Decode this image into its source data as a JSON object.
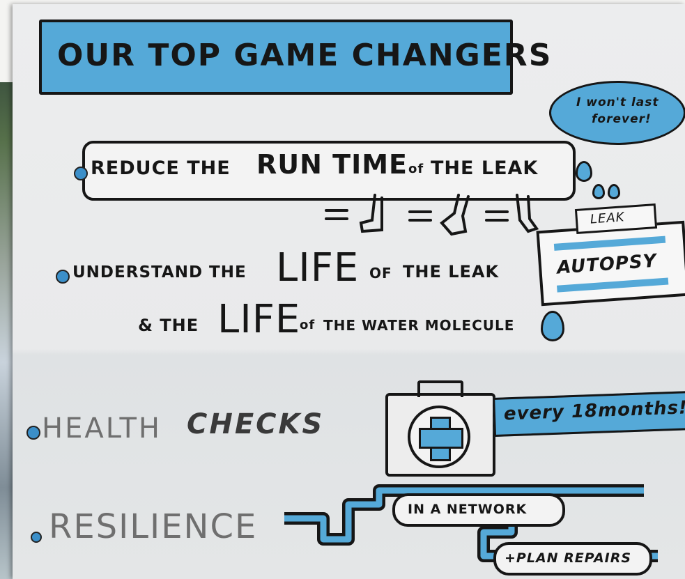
{
  "title": "OUR TOP GAME CHANGERS",
  "bubble": {
    "line1": "I won't last",
    "line2": "forever!"
  },
  "points": {
    "run_time": {
      "pre": "REDUCE THE",
      "big": "RUN TIME",
      "mid": "of",
      "post": "THE LEAK"
    },
    "life_leak": {
      "pre": "UNDERSTAND THE",
      "big": "LIFE",
      "mid": "OF",
      "post": "THE LEAK"
    },
    "life_water": {
      "pre": "& THE",
      "big": "LIFE",
      "mid": "of",
      "post": "THE WATER MOLECULE"
    },
    "health": {
      "a": "HEALTH",
      "b": "CHECKS"
    },
    "resilience": "RESILIENCE"
  },
  "tag": {
    "top": "LEAK",
    "main": "AUTOPSY"
  },
  "health_note": "every 18months!",
  "network": {
    "label1": "IN A NETWORK",
    "label2": "+PLAN REPAIRS"
  },
  "colors": {
    "accent": "#55a9d8",
    "ink": "#161616",
    "paper": "#ecedee"
  }
}
